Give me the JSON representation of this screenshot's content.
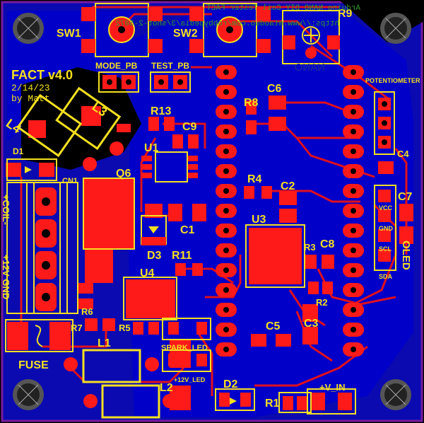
{
  "board": {
    "title": "FACT v4.0",
    "date": "2/14/23",
    "author": "by Matt",
    "mirrored_url_line1": "Arduino NANO DIY Coil Tester FACT",
    "mirrored_url_line2": "https://www.mtaoduo.com/robbypedia/3/shot-2-5072",
    "nano_label": "NANO",
    "colors": {
      "background": "#000000",
      "board_copper": "#0a0ab0",
      "copper_fill": "#0000c8",
      "trace": "#e0101e",
      "pad": "#ff1a1a",
      "silkscreen": "#f5e020",
      "outline": "#7a1aa0"
    }
  },
  "labels": {
    "sw1": "SW1",
    "sw2": "SW2",
    "r9": "R9",
    "mode_pb": "MODE_PB",
    "test_pb": "TEST_PB",
    "c6": "C6",
    "r8": "R8",
    "r13": "R13",
    "c9": "C9",
    "u1": "U1",
    "l3": "L3",
    "l4": "L4",
    "d1": "D1",
    "cn1": "CN1",
    "q6": "Q6",
    "r4": "R4",
    "c2": "C2",
    "c1": "C1",
    "u3": "U3",
    "d3": "D3",
    "r11": "R11",
    "r3": "R3",
    "c8": "C8",
    "r2": "R2",
    "u4": "U4",
    "r6": "R6",
    "r7": "R7",
    "r5": "R5",
    "l1": "L1",
    "fuse": "FUSE",
    "spark_led": "SPARK_LED",
    "led_12v": "+12V_LED",
    "c5": "C5",
    "c3": "C3",
    "l2": "L2",
    "d2": "D2",
    "r1": "R1",
    "v_in": "+V_IN",
    "potentiometer": "POTENTIOMETER",
    "c4": "C4",
    "c7": "C7",
    "oled": "OLED",
    "vcc": "VCC",
    "gnd": "GND",
    "scl": "SCL",
    "sda": "SDA",
    "coil": "+COIL-",
    "v12_gnd": "+12V GND"
  }
}
